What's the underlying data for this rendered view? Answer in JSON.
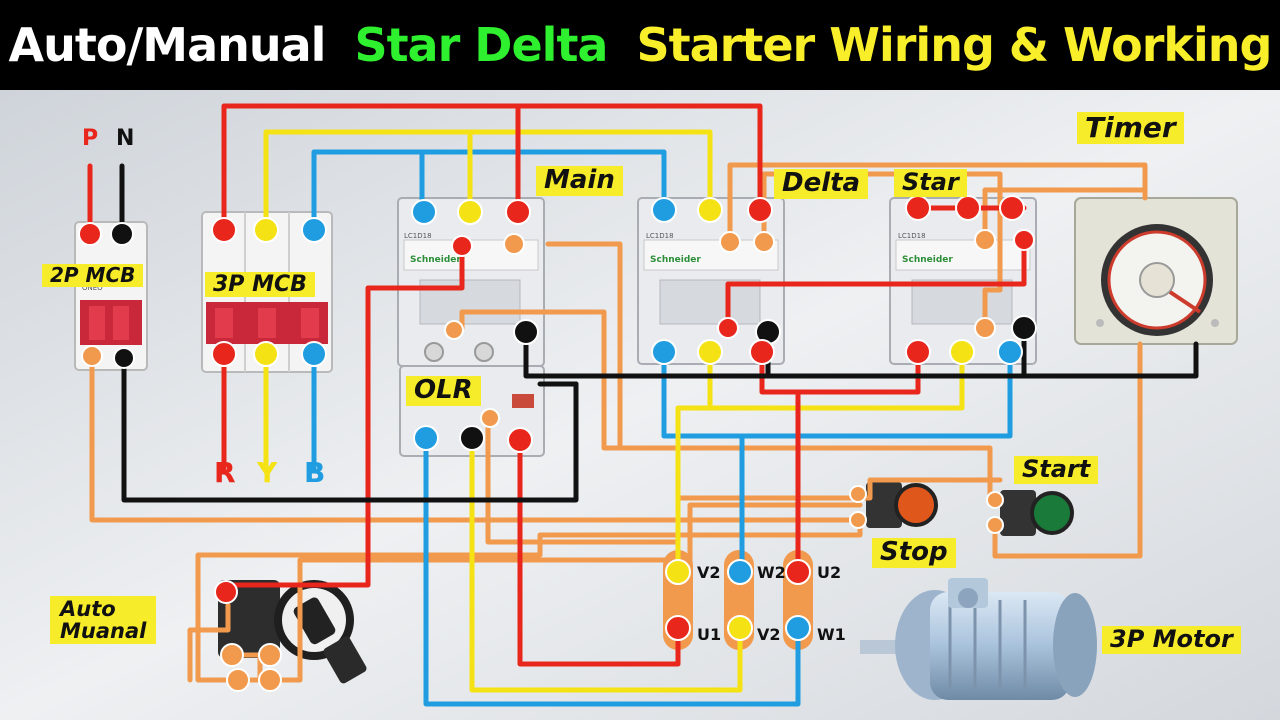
{
  "title": {
    "part1": "Auto/Manual",
    "part2": "Star Delta",
    "part3": "Starter Wiring & Working",
    "color_white": "#ffffff",
    "color_green": "#2ef02e",
    "color_yellow": "#f8ee2a"
  },
  "labels": {
    "mcb2p": "2P MCB",
    "mcb3p": "3P MCB",
    "main": "Main",
    "delta": "Delta",
    "star": "Star",
    "timer": "Timer",
    "olr": "OLR",
    "start": "Start",
    "stop": "Stop",
    "auto_manual_line1": "Auto",
    "auto_manual_line2": "Muanal",
    "motor": "3P Motor"
  },
  "supply": {
    "p": "P",
    "n": "N",
    "r": "R",
    "y": "Y",
    "b": "B"
  },
  "terminals": {
    "v2a": "V2",
    "u1": "U1",
    "w2": "W2",
    "v2b": "V2",
    "u2": "U2",
    "w1": "W1"
  },
  "brand": {
    "oneo": "ONEO",
    "contactor_model": "LC1D18",
    "maker": "Schneider"
  },
  "wire_colors": {
    "red": "#e8261c",
    "yellow": "#f5e214",
    "blue": "#1f9de0",
    "black": "#111111",
    "orange": "#f19a4e"
  },
  "background": "#dfe3e8"
}
